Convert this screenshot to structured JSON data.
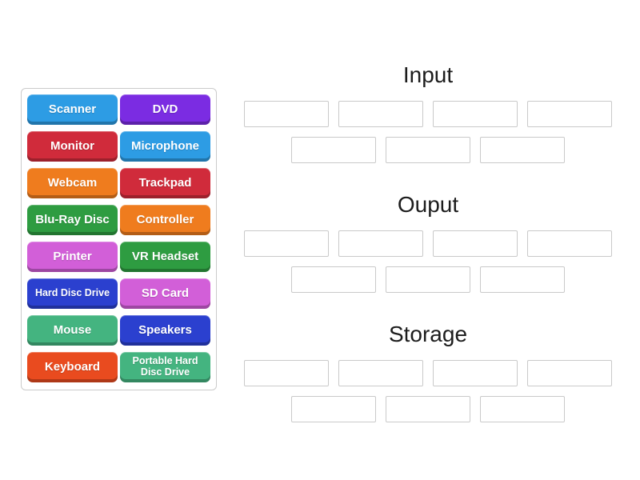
{
  "tiles": [
    {
      "label": "Scanner",
      "color": "#2d9ce4"
    },
    {
      "label": "DVD",
      "color": "#7b2ce2"
    },
    {
      "label": "Monitor",
      "color": "#d02b3b"
    },
    {
      "label": "Microphone",
      "color": "#2d9ce4"
    },
    {
      "label": "Webcam",
      "color": "#ef7c1e"
    },
    {
      "label": "Trackpad",
      "color": "#d02b3b"
    },
    {
      "label": "Blu-Ray Disc",
      "color": "#2e9c41"
    },
    {
      "label": "Controller",
      "color": "#ef7c1e"
    },
    {
      "label": "Printer",
      "color": "#d25fd8"
    },
    {
      "label": "VR Headset",
      "color": "#2e9c41"
    },
    {
      "label": "Hard Disc Drive",
      "color": "#2b40cf"
    },
    {
      "label": "SD Card",
      "color": "#d25fd8"
    },
    {
      "label": "Mouse",
      "color": "#44b480"
    },
    {
      "label": "Speakers",
      "color": "#2b40cf"
    },
    {
      "label": "Keyboard",
      "color": "#e94b1f"
    },
    {
      "label": "Portable Hard Disc Drive",
      "color": "#44b480"
    }
  ],
  "groups": [
    {
      "title": "Input",
      "slots_row1": 4,
      "slots_row2": 3
    },
    {
      "title": "Ouput",
      "slots_row1": 4,
      "slots_row2": 3
    },
    {
      "title": "Storage",
      "slots_row1": 4,
      "slots_row2": 3
    }
  ]
}
